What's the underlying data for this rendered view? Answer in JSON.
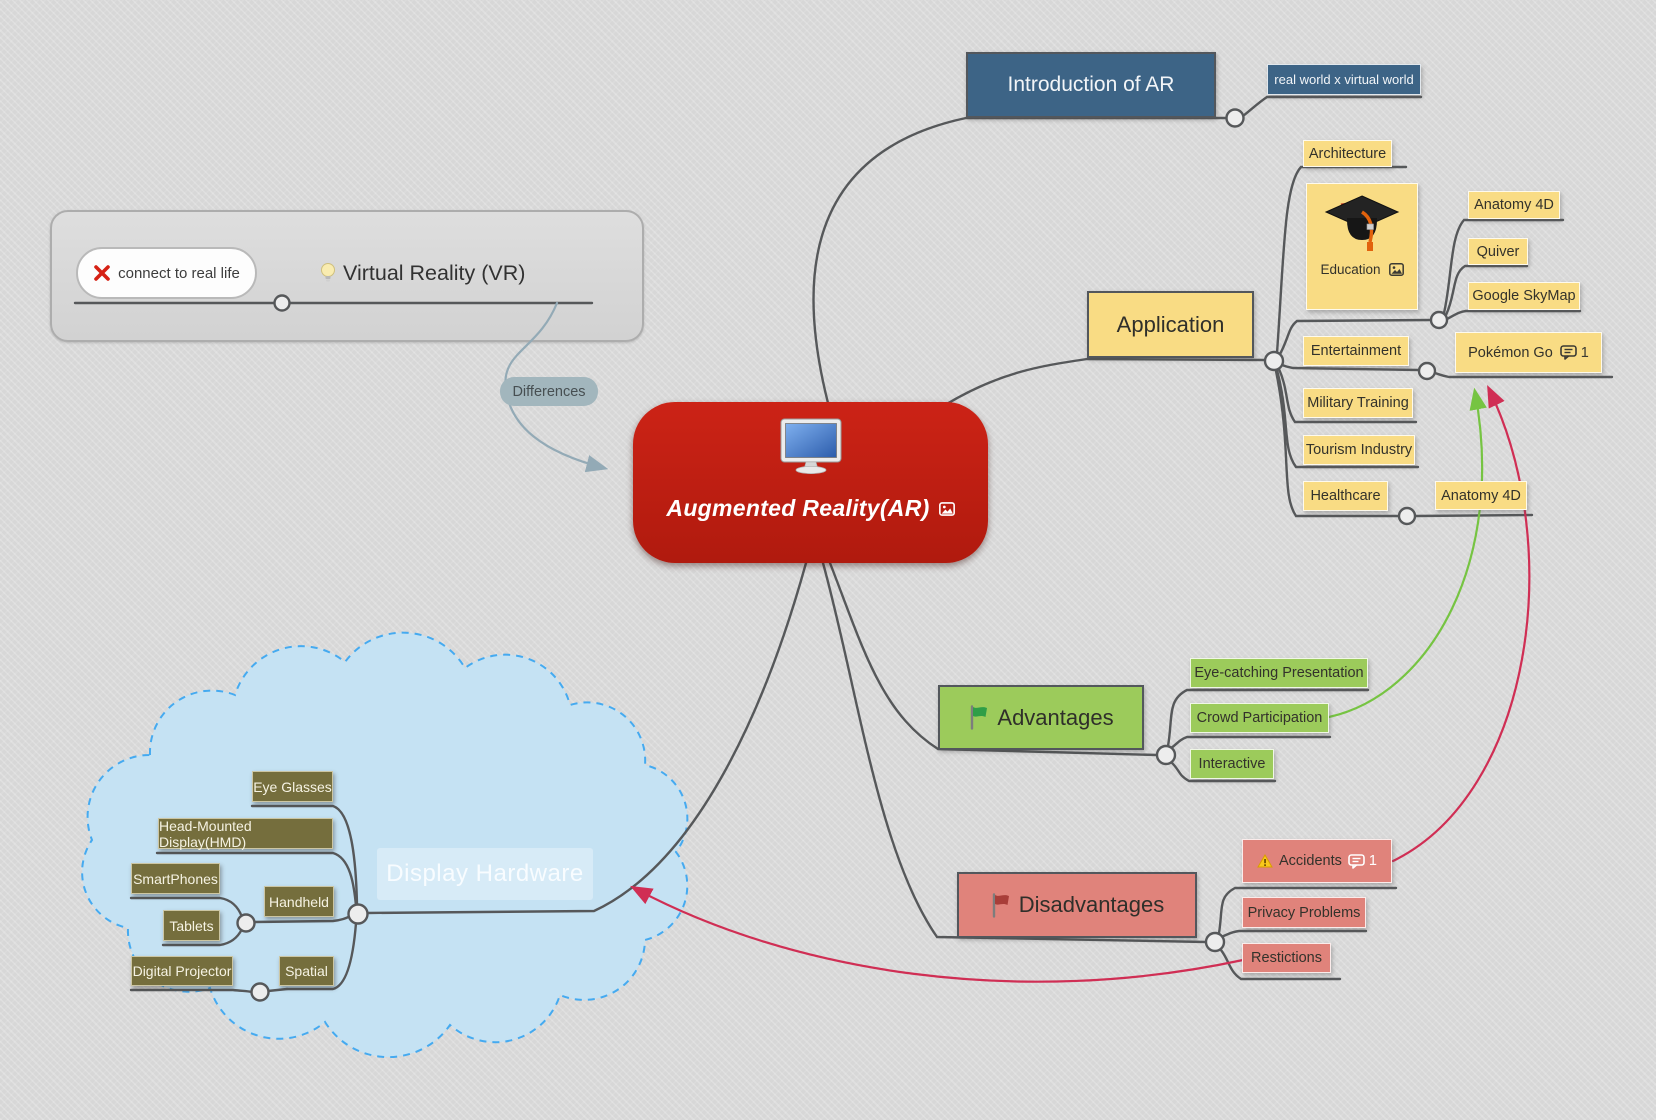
{
  "colors": {
    "central_red": "#c0200f",
    "topic_yellow": "#f9dc84",
    "topic_blue": "#3d6486",
    "topic_green": "#9ccb5b",
    "topic_salmon": "#e0837b",
    "hardware_olive": "#756e3d",
    "cloud_fill": "#c5e2f3",
    "cloud_border": "#45aaf0",
    "branch_line": "#56585a",
    "relationship_green": "#76c442",
    "relationship_red": "#d02e54",
    "relationship_gray": "#93aab6"
  },
  "central": {
    "label": "Augmented Reality(AR)"
  },
  "vr": {
    "label": "Virtual Reality (VR)",
    "callout": "connect to real life"
  },
  "differences": {
    "label": "Differences"
  },
  "introduction": {
    "label": "Introduction of AR",
    "note": "real world x virtual world"
  },
  "application": {
    "label": "Application",
    "architecture": "Architecture",
    "education": "Education",
    "anatomy4d_edu": "Anatomy 4D",
    "quiver": "Quiver",
    "skymap": "Google SkyMap",
    "entertainment": "Entertainment",
    "pokemon": "Pokémon Go",
    "pokemon_comments": "1",
    "military": "Military Training",
    "tourism": "Tourism Industry",
    "healthcare": "Healthcare",
    "anatomy4d_health": "Anatomy 4D"
  },
  "advantages": {
    "label": "Advantages",
    "eye": "Eye-catching Presentation",
    "crowd": "Crowd Participation",
    "interactive": "Interactive"
  },
  "disadvantages": {
    "label": "Disadvantages",
    "accidents": "Accidents",
    "accidents_comments": "1",
    "privacy": "Privacy Problems",
    "restrictions": "Restictions"
  },
  "hardware": {
    "label": "Display Hardware",
    "eyeglasses": "Eye Glasses",
    "hmd": "Head-Mounted Display(HMD)",
    "smartphones": "SmartPhones",
    "tablets": "Tablets",
    "handheld": "Handheld",
    "projector": "Digital Projector",
    "spatial": "Spatial"
  },
  "icons": {
    "central": "desktop-monitor",
    "central_attachment": "picture",
    "education": "graduation-cap",
    "education_attachment": "picture",
    "advantages": "green-flag",
    "disadvantages": "red-flag",
    "vr": "light-bulb",
    "vr_callout": "red-x",
    "accidents": "warning-triangle",
    "comments": "comment-bubble"
  }
}
